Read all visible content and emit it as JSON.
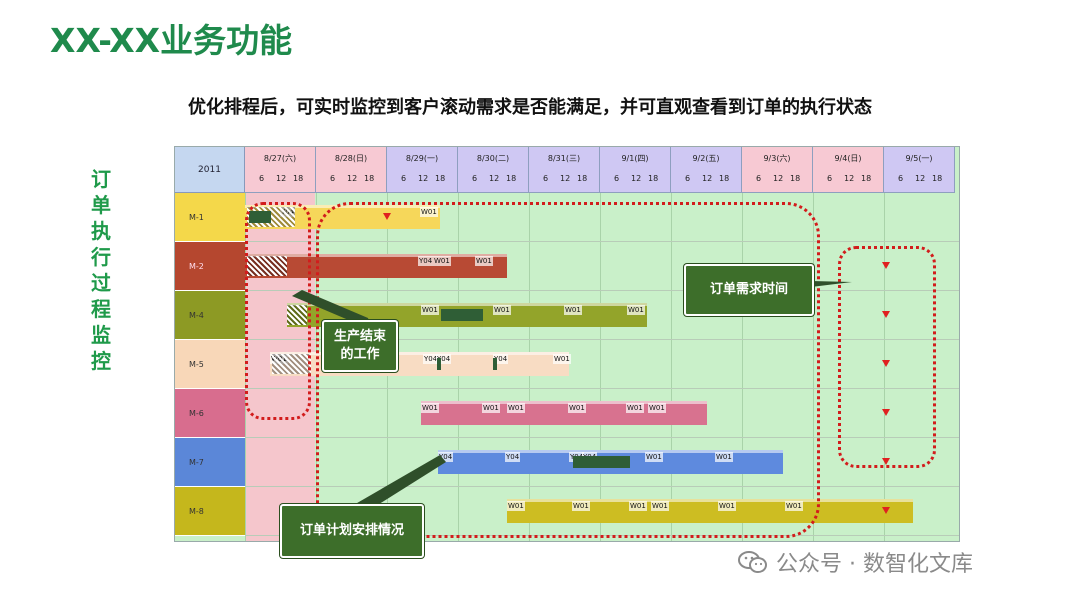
{
  "title": "XX-XX业务功能",
  "description": "优化排程后，可实时监控到客户滚动需求是否能满足，并可直观查看到订单的执行状态",
  "side_label": "订单执行过程监控",
  "gantt": {
    "year": "2011",
    "days": [
      "8/27(六)",
      "8/28(日)",
      "8/29(一)",
      "8/30(二)",
      "8/31(三)",
      "9/1(四)",
      "9/2(五)",
      "9/3(六)",
      "9/4(日)",
      "9/5(一)"
    ],
    "hours": [
      "6",
      "12",
      "18"
    ],
    "machines": [
      "M-1",
      "M-2",
      "M-4",
      "M-5",
      "M-6",
      "M-7",
      "M-8"
    ],
    "bar_labels": [
      "Y04",
      "W01",
      "Y04",
      "W01",
      "W01",
      "W01",
      "W01",
      "W01",
      "W01",
      "W01",
      "Y04",
      "Y04",
      "Y04",
      "W01",
      "W01",
      "W01",
      "W01",
      "W01",
      "W01",
      "W01",
      "Y04",
      "Y04",
      "Y04",
      "Y04",
      "W01",
      "W01",
      "W01",
      "W01",
      "W01",
      "W01",
      "W01",
      "W01",
      "W01"
    ]
  },
  "callouts": {
    "finish_work": "生产结束的工作",
    "demand_time": "订单需求时间",
    "plan_status": "订单计划安排情况"
  },
  "watermark": "公众号 · 数智化文库",
  "colors": {
    "title_green": "#1f8a4c",
    "side_green": "#1f9a4a",
    "grid_bg": "#c9f0c9",
    "dotted_red": "#d21c1c",
    "callout_bg": "#3d6e2a"
  }
}
